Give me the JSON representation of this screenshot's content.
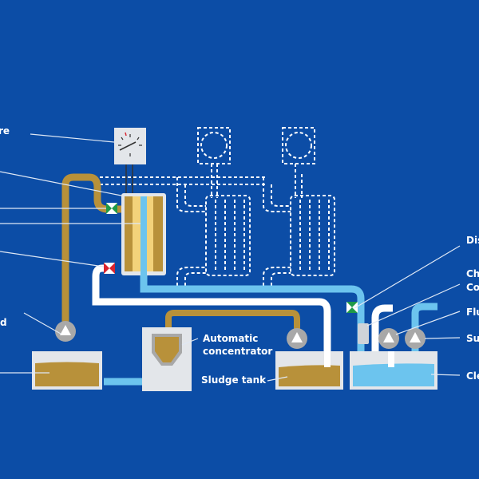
{
  "colors": {
    "background": "#0c4da6",
    "sludge": "#b8913a",
    "filter_light": "#f3d27a",
    "clean_water": "#6cc4ee",
    "box": "#e3e6ea",
    "pipe_white": "#ffffff",
    "valve_green": "#1f9a48",
    "valve_red": "#d9232e",
    "pump": "#a8a8a8"
  },
  "labels": {
    "left_pressure_fragment": "re",
    "left_pump_fragment": "d",
    "automatic_concentrator_line1": "Automatic",
    "automatic_concentrator_line2": "concentrator",
    "sludge_tank": "Sludge tank",
    "right_discharge_fragment": "Dis",
    "right_ch_fragment": "Ch",
    "right_co_fragment": "Co",
    "right_flush_fragment": "Flu",
    "right_supply_fragment": "Su",
    "right_clean_fragment": "Cle"
  }
}
